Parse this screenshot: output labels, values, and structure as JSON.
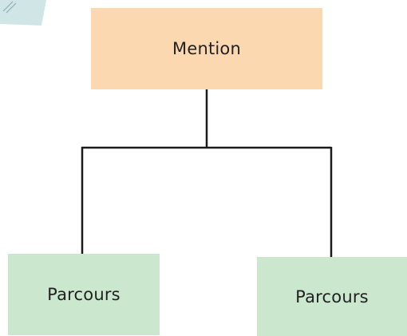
{
  "diagram": {
    "type": "hierarchy",
    "colors": {
      "root_fill": "#fcd8b0",
      "child_fill": "#cbe8cf",
      "connector": "#1a1a1a",
      "corner_accent": "#cfe5e6"
    },
    "root": {
      "label": "Mention"
    },
    "children": [
      {
        "label": "Parcours"
      },
      {
        "label": "Parcours"
      }
    ]
  }
}
